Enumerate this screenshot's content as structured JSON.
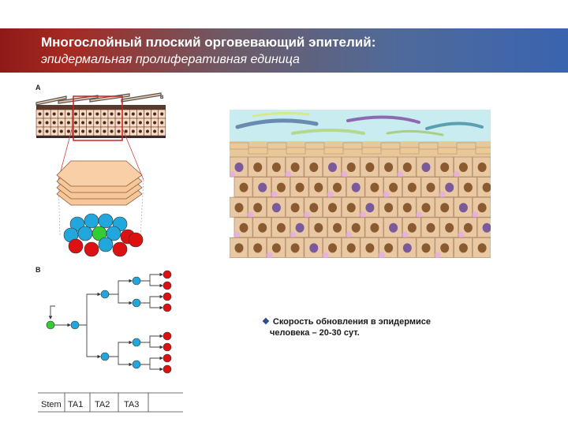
{
  "slide": {
    "title": "Многослойный плоский орговевающий эпителий:",
    "subtitle": "эпидермальная пролиферативная единица"
  },
  "panel_a": {
    "label": "A",
    "corner_label": "B"
  },
  "panel_b": {
    "label": "B",
    "stages": [
      "Stem",
      "TA1",
      "TA2",
      "TA3"
    ]
  },
  "note": {
    "bullet": "❖",
    "line1": "Скорость обновления в эпидермисе",
    "line2": "человека – 20-30 сут."
  },
  "colors": {
    "stem": "#33cc33",
    "ta": "#22a7dd",
    "differentiated": "#dd1111",
    "hexagon": "#f7c79a"
  }
}
